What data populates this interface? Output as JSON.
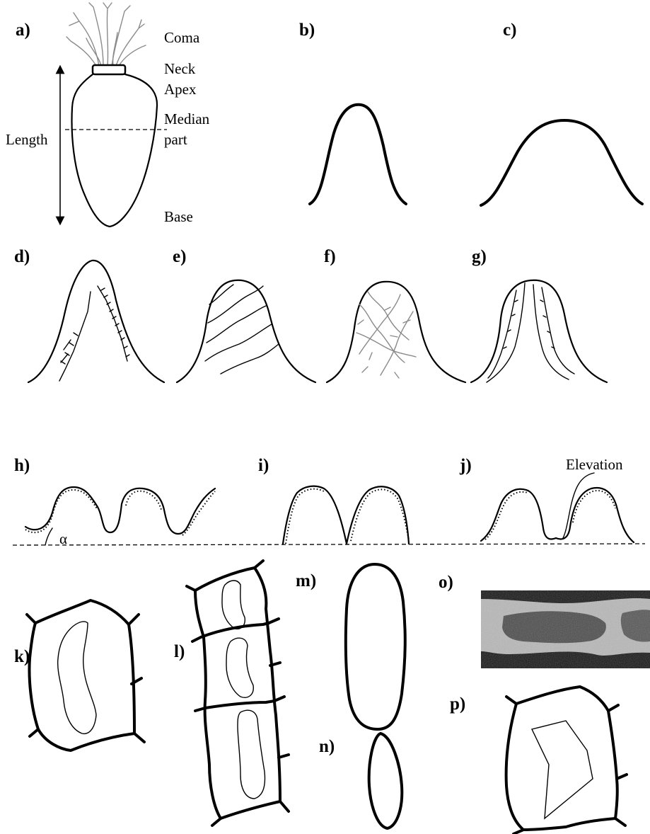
{
  "panels": {
    "a": "a)",
    "b": "b)",
    "c": "c)",
    "d": "d)",
    "e": "e)",
    "f": "f)",
    "g": "g)",
    "h": "h)",
    "i": "i)",
    "j": "j)",
    "k": "k)",
    "l": "l)",
    "m": "m)",
    "n": "n)",
    "o": "o)",
    "p": "p)"
  },
  "annotations": {
    "coma": "Coma",
    "neck": "Neck",
    "apex": "Apex",
    "median1": "Median",
    "median2": "part",
    "length": "Length",
    "base": "Base",
    "elevation": "Elevation",
    "alpha": "α"
  }
}
